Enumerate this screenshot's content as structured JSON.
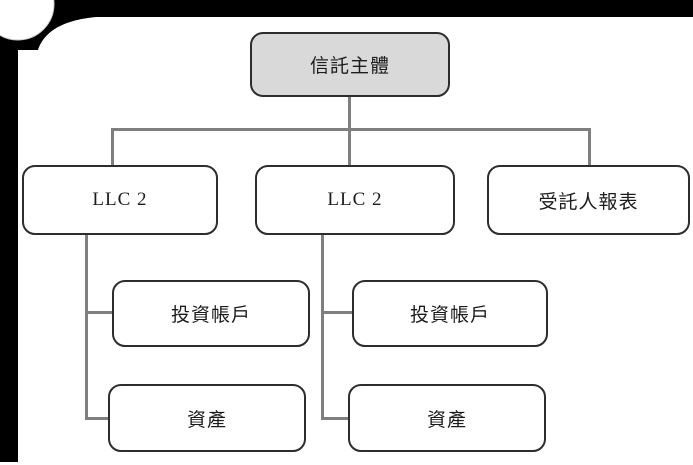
{
  "page": {
    "background": "#ffffff",
    "scan_frame_color": "#000000",
    "page_curl_edge_color": "#c8c8c8"
  },
  "diagram": {
    "type": "org-chart",
    "connector_color": "#7f7f7f",
    "node_border_color": "#2d2d2d",
    "root_fill": "#d9d9d9",
    "child_fill": "#ffffff",
    "nodes": [
      {
        "id": "trust-entity",
        "label": "信託主體",
        "level": 0
      },
      {
        "id": "llc-left",
        "label": "LLC 2",
        "level": 1
      },
      {
        "id": "llc-middle",
        "label": "LLC 2",
        "level": 1
      },
      {
        "id": "trustee-report",
        "label": "受託人報表",
        "level": 1
      },
      {
        "id": "investment-account-left",
        "label": "投資帳戶",
        "level": 2
      },
      {
        "id": "assets-left",
        "label": "資產",
        "level": 2
      },
      {
        "id": "investment-account-middle",
        "label": "投資帳戶",
        "level": 2
      },
      {
        "id": "assets-middle",
        "label": "資產",
        "level": 2
      }
    ],
    "edges": [
      {
        "from": "trust-entity",
        "to": "llc-left"
      },
      {
        "from": "trust-entity",
        "to": "llc-middle"
      },
      {
        "from": "trust-entity",
        "to": "trustee-report"
      },
      {
        "from": "llc-left",
        "to": "investment-account-left"
      },
      {
        "from": "llc-left",
        "to": "assets-left"
      },
      {
        "from": "llc-middle",
        "to": "investment-account-middle"
      },
      {
        "from": "llc-middle",
        "to": "assets-middle"
      }
    ]
  }
}
